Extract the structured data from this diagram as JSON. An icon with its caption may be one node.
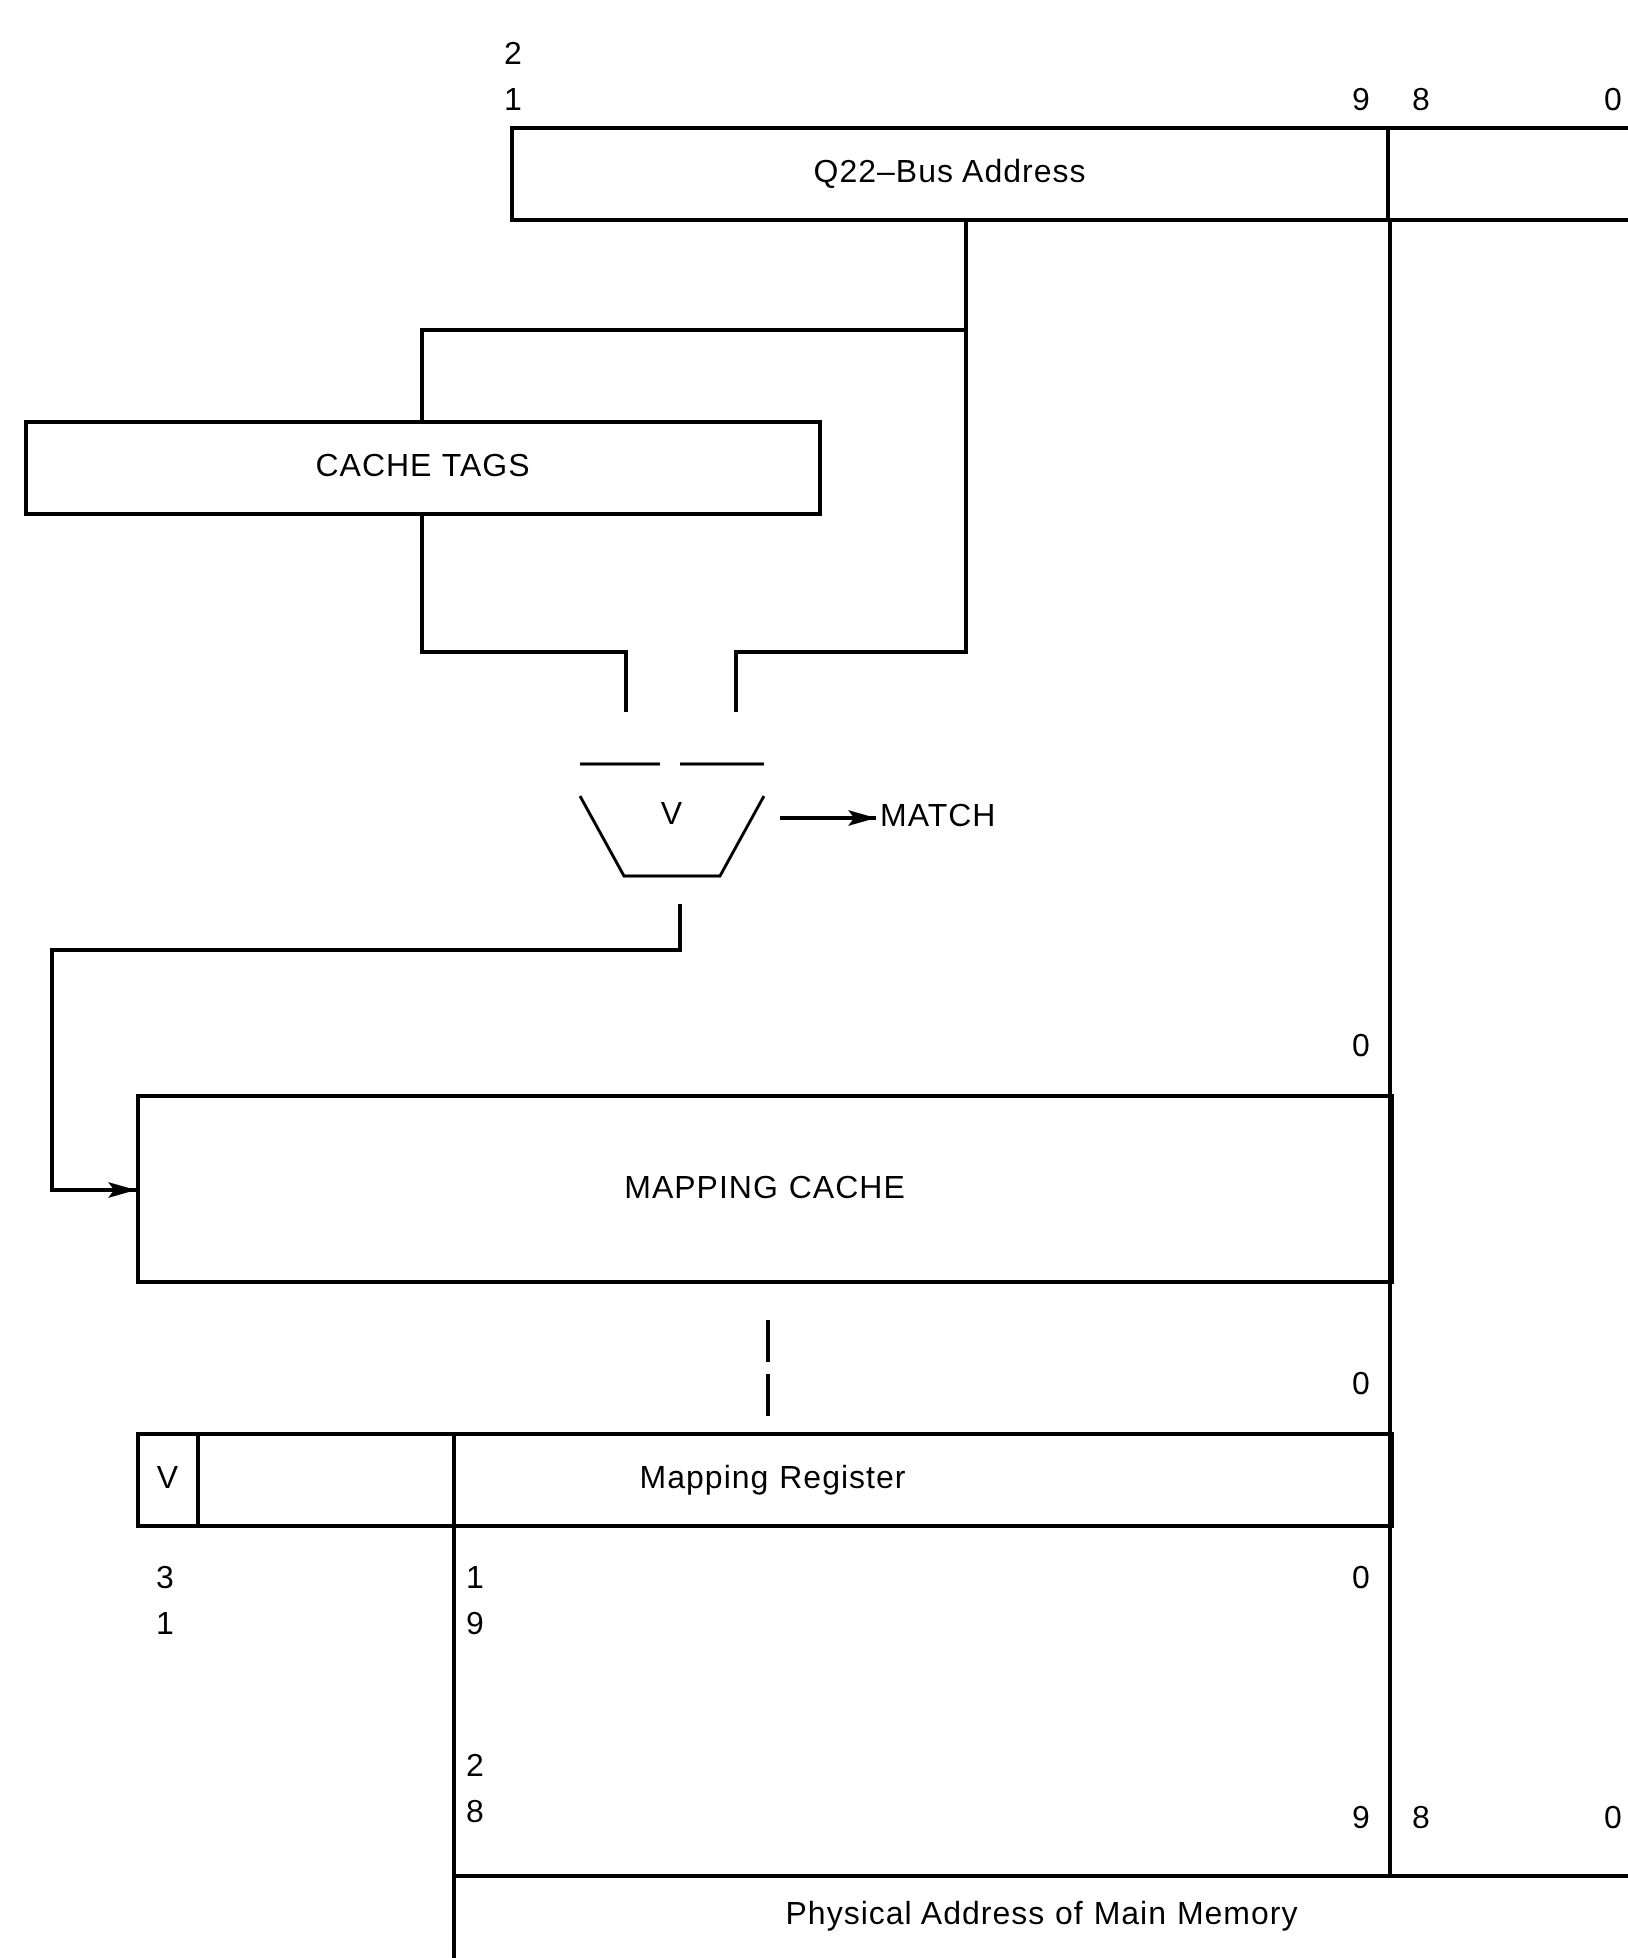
{
  "diagram": {
    "nodes": [
      {
        "text": [
          "Q22–Bus Address"
        ]
      },
      {
        "text": [],
        "shape": "box"
      },
      {
        "text": [
          "CACHE TAGS"
        ]
      },
      {
        "text": [
          "V"
        ]
      },
      {
        "text": [
          "MATCH"
        ]
      },
      {
        "text": [
          "MAPPING CACHE"
        ]
      },
      {
        "text": [
          "Mapping Register"
        ]
      },
      {
        "text": [
          "V"
        ]
      },
      {
        "text": [],
        "shape": "box"
      },
      {
        "text": [
          "Physical Address of Main Memory"
        ]
      }
    ],
    "edges": [
      {
        "from": 0,
        "to": 2,
        "arrow": "none"
      },
      {
        "from": 0,
        "to": 3,
        "arrow": "none"
      },
      {
        "from": 2,
        "to": 3,
        "arrow": "none"
      },
      {
        "from": 3,
        "to": 4,
        "arrow": "to"
      },
      {
        "from": 3,
        "to": 5,
        "arrow": "to"
      },
      {
        "from": 5,
        "to": 6,
        "arrow": "none",
        "style": "dashed"
      },
      {
        "from": 1,
        "to": 9,
        "arrow": "none"
      },
      {
        "from": 6,
        "to": 9,
        "arrow": "none"
      }
    ],
    "labels": [
      "2 1",
      "9",
      "8",
      "0",
      "0",
      "0",
      "3 1",
      "1 9",
      "0",
      "2 8",
      "9",
      "8",
      "0"
    ]
  }
}
